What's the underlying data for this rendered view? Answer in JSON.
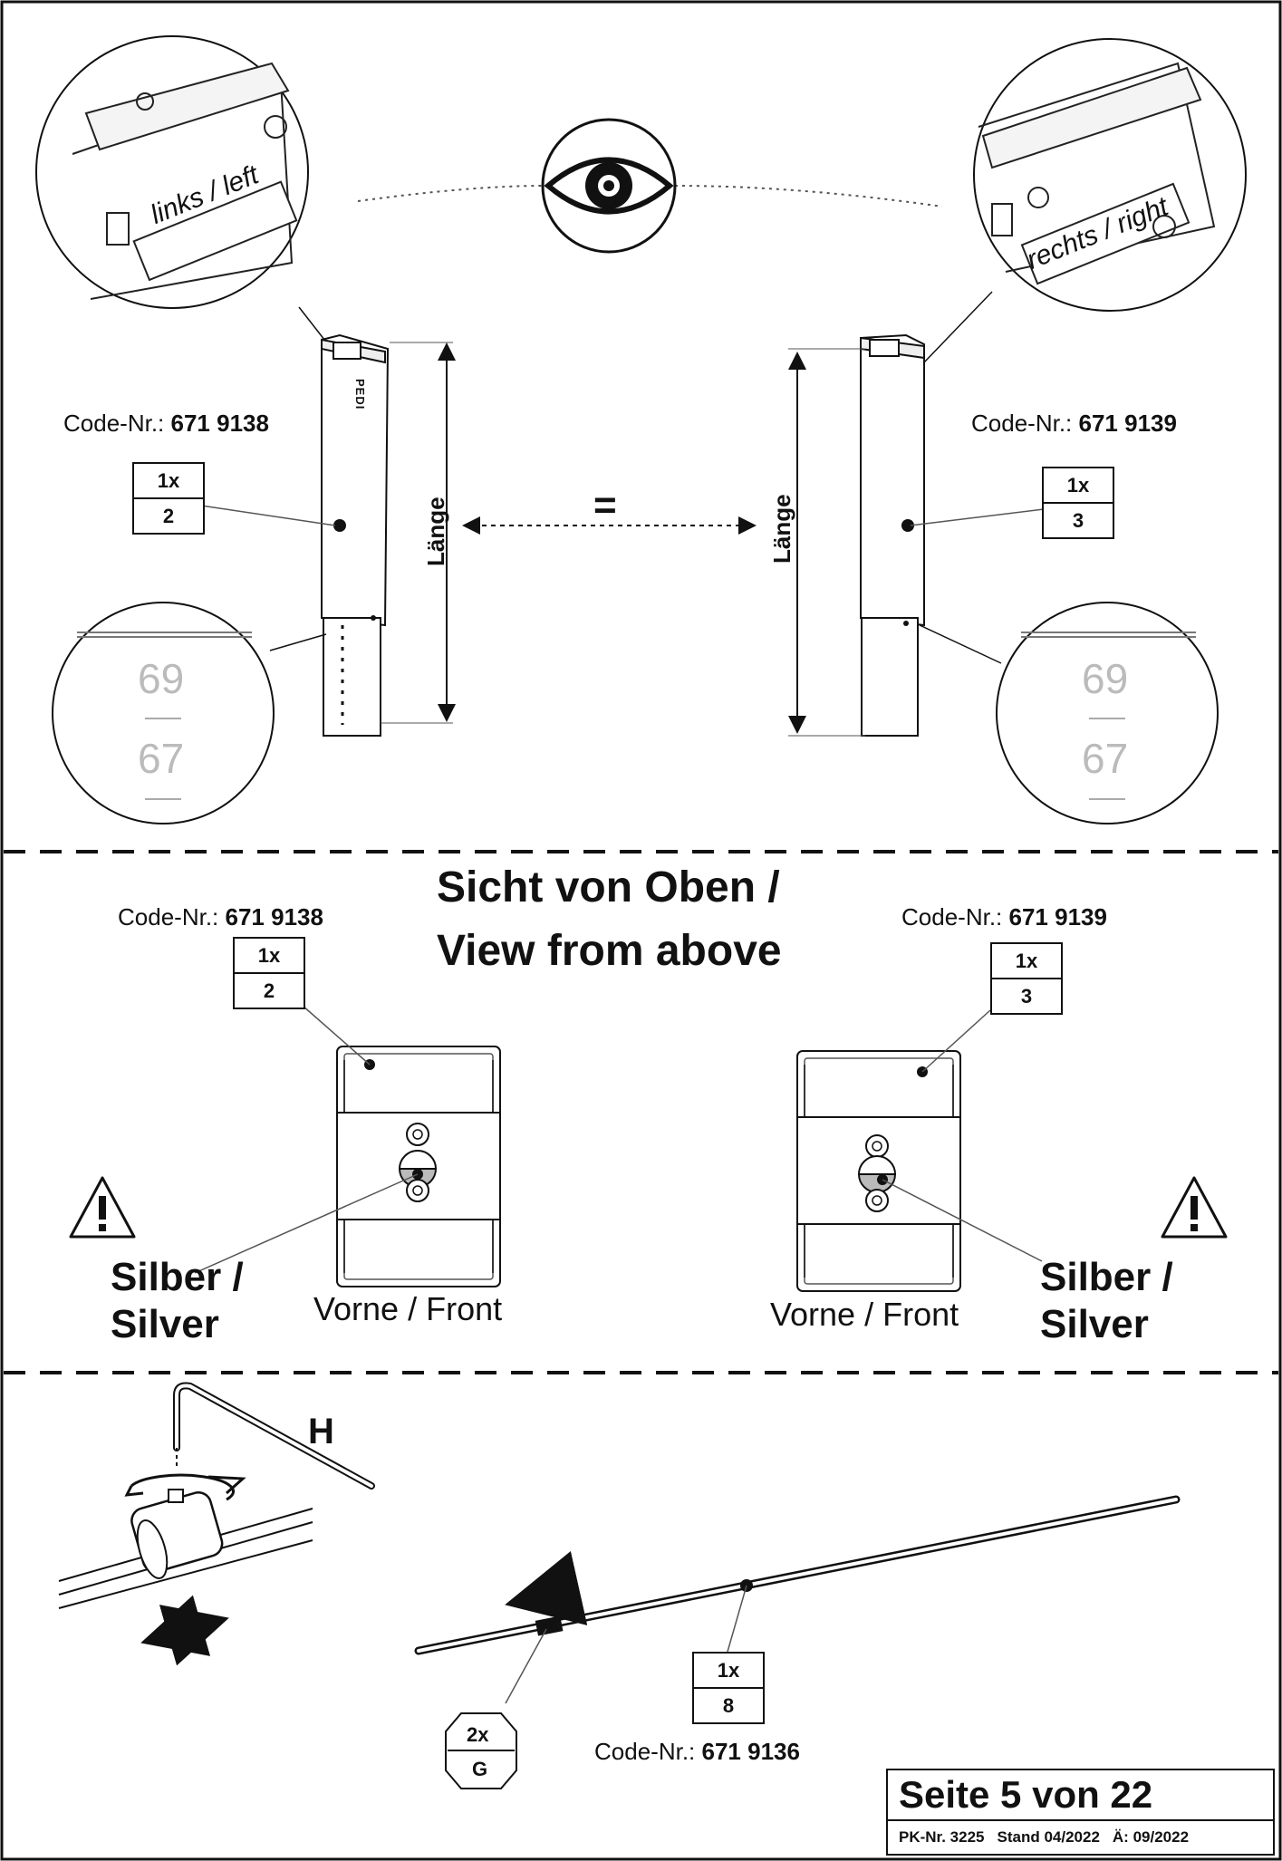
{
  "top": {
    "left_zoom_label": "links / left",
    "right_zoom_label": "rechts / right",
    "left_code_prefix": "Code-Nr.:",
    "left_code": "671 9138",
    "right_code_prefix": "Code-Nr.:",
    "right_code": "671 9139",
    "left_qty": "1x",
    "left_part": "2",
    "right_qty": "1x",
    "right_part": "3",
    "length_label_left": "Länge",
    "length_label_right": "Länge",
    "equals": "=",
    "scale_top_left": "69",
    "scale_bottom_left": "67",
    "scale_top_right": "69",
    "scale_bottom_right": "67",
    "brand_mark": "PEDI"
  },
  "middle": {
    "title_line1": "Sicht von Oben /",
    "title_line2": "View from above",
    "left_code_prefix": "Code-Nr.:",
    "left_code": "671 9138",
    "right_code_prefix": "Code-Nr.:",
    "right_code": "671 9139",
    "left_qty": "1x",
    "left_part": "2",
    "right_qty": "1x",
    "right_part": "3",
    "silver_left_line1": "Silber /",
    "silver_left_line2": "Silver",
    "silver_right_line1": "Silber /",
    "silver_right_line2": "Silver",
    "front_left": "Vorne / Front",
    "front_right": "Vorne / Front"
  },
  "bottom": {
    "tool_label": "H",
    "rod_qty": "1x",
    "rod_part": "8",
    "rod_code_prefix": "Code-Nr.:",
    "rod_code": "671 9136",
    "clamp_qty": "2x",
    "clamp_part": "G"
  },
  "footer": {
    "page": "Seite 5 von 22",
    "pk": "PK-Nr. 3225",
    "stand": "Stand 04/2022",
    "change": "Ä: 09/2022"
  }
}
